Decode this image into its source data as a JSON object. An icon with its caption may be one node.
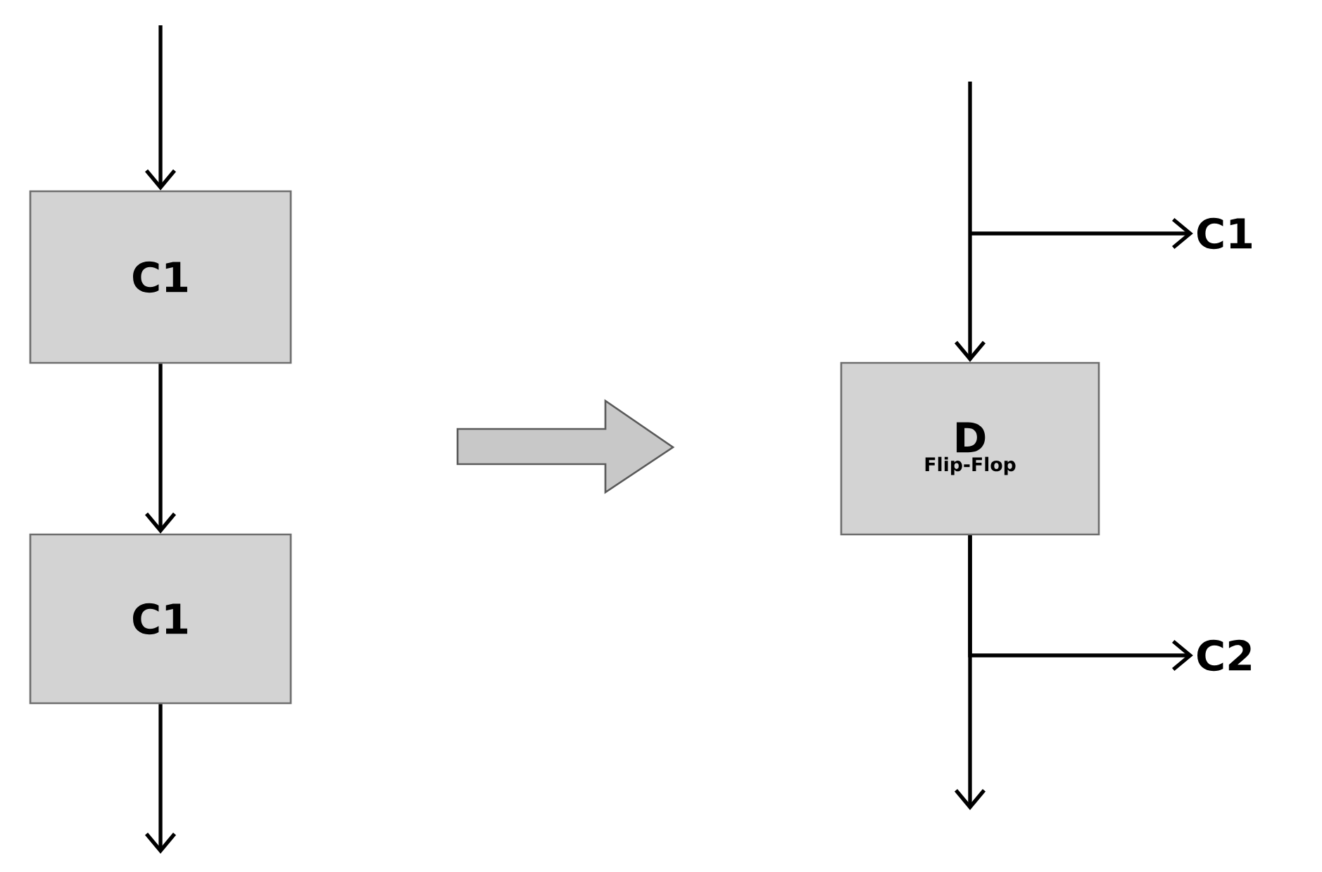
{
  "diagram": {
    "nodes": [
      {
        "text": [
          "C1"
        ]
      },
      {
        "text": [
          "C1"
        ]
      },
      {
        "text": [
          "D",
          "Flip-Flop"
        ]
      },
      {
        "text": [
          "C1"
        ]
      },
      {
        "text": [
          "C2"
        ]
      }
    ],
    "edges": [
      {
        "from": null,
        "to": 0,
        "arrow": "to"
      },
      {
        "from": 0,
        "to": 1,
        "arrow": "to"
      },
      {
        "from": 1,
        "to": null,
        "arrow": "to"
      },
      {
        "from": null,
        "to": 2,
        "arrow": "to"
      },
      {
        "from": null,
        "to": 3,
        "arrow": "to"
      },
      {
        "from": 2,
        "to": null,
        "arrow": "to"
      },
      {
        "from": 2,
        "to": 4,
        "arrow": "to"
      }
    ]
  }
}
